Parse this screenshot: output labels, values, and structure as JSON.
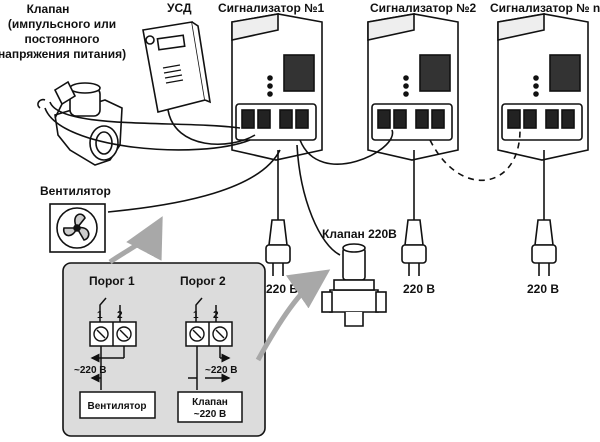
{
  "labels": {
    "valve_title_1": "Клапан",
    "valve_title_2": "(импульсного или",
    "valve_title_3": "постоянного",
    "valve_title_4": "напряжения питания)",
    "usd": "УСД",
    "alarm_1": "Сигнализатор №1",
    "alarm_2": "Сигнализатор №2",
    "alarm_n": "Сигнализатор № n",
    "fan": "Вентилятор",
    "valve_220": "Клапан 220В",
    "plug_voltage": "220 В"
  },
  "inset": {
    "threshold_1": "Порог 1",
    "threshold_2": "Порог 2",
    "terminal_1": "1",
    "terminal_2": "2",
    "supply": "~220 В",
    "load_fan": "Вентилятор",
    "load_valve_1": "Клапан",
    "load_valve_2": "~220 В"
  },
  "colors": {
    "line": "#111111",
    "inset_bg": "#dcdcdc",
    "arrow": "#b0b0b0"
  }
}
